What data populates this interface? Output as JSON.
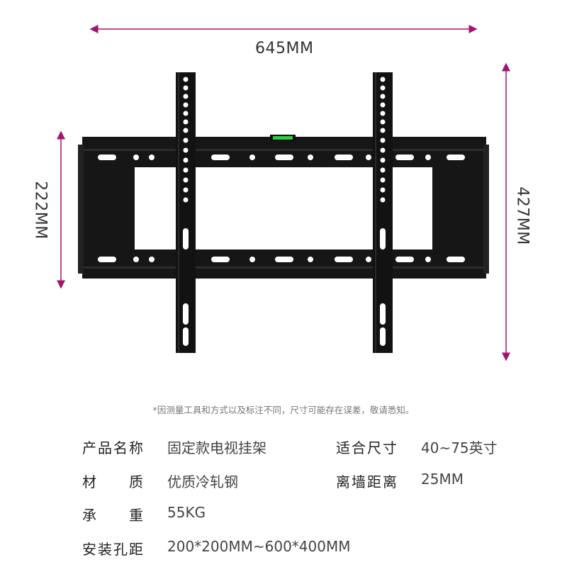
{
  "dimensions": {
    "width_label": "645MM",
    "left_height_label": "222MM",
    "right_height_label": "427MM"
  },
  "note": "*因测量工具和方式以及标注不同，尺寸可能存在误差，敬请悉知。",
  "specs": [
    {
      "label": "产品名称",
      "value": "固定款电视挂架"
    },
    {
      "label": "适合尺寸",
      "value": "40~75英寸"
    },
    {
      "label": "材　　质",
      "value": "优质冷轧钢"
    },
    {
      "label": "离墙距离",
      "value": "25MM"
    },
    {
      "label": "承　　重",
      "value": "55KG"
    },
    {
      "label": "安装孔距",
      "value": "200*200MM~600*400MM"
    }
  ],
  "colors": {
    "arrow": "#a0146e",
    "bracket": "#141414",
    "level": "#2ecc40"
  }
}
